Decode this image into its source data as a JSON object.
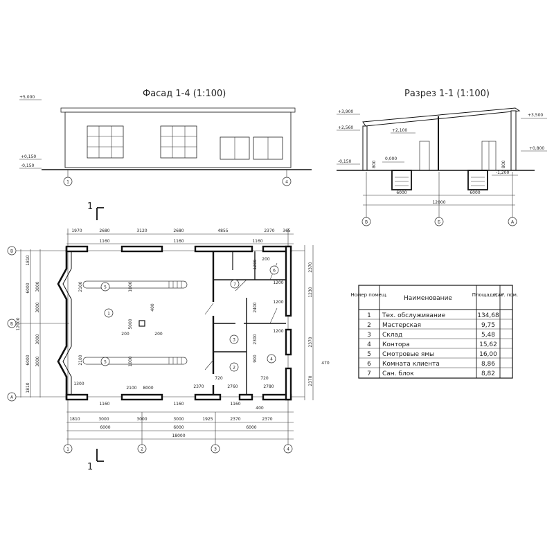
{
  "facade": {
    "title": "Фасад 1-4 (1:100)",
    "elev_top": "+5,000",
    "elev_floor": "+0,150",
    "elev_ground": "-0,150",
    "axis_left": "1",
    "axis_right": "4"
  },
  "section": {
    "title": "Разрез 1-1 (1:100)",
    "elev_left_top": "+3,900",
    "elev_left_2": "+2,560",
    "elev_right_top": "+3,500",
    "elev_mid": "+2,100",
    "elev_right_mid": "+0,800",
    "elev_left_low": "-0,150",
    "elev_zero": "0,000",
    "elev_pit": "-1,200",
    "dim_800_left": "800",
    "dim_800_right": "800",
    "dim_half_left": "6000",
    "dim_half_right": "6000",
    "dim_total": "12000",
    "axes": [
      "В",
      "Б",
      "А"
    ]
  },
  "plan": {
    "cut_mark": "1",
    "axes_x": [
      "1",
      "2",
      "3",
      "4"
    ],
    "axes_y": [
      "В",
      "Б",
      "А"
    ],
    "top_dims": [
      "1970",
      "2680",
      "3120",
      "2680",
      "4855",
      "2370",
      "365"
    ],
    "top_openings": [
      "1160",
      "1160",
      "1160"
    ],
    "bottom_openings": [
      "1160",
      "1160",
      "1160"
    ],
    "bottom_dims_1": [
      "1810",
      "3000",
      "3000",
      "3000",
      "1925",
      "2370",
      "2370"
    ],
    "bottom_dims_2": [
      "6000",
      "6000",
      "6000"
    ],
    "bottom_total": "18000",
    "left_dims": [
      "1810",
      "3000",
      "3000",
      "3000",
      "3000",
      "1810"
    ],
    "left_dims_2": [
      "6000",
      "6000"
    ],
    "left_total": "12000",
    "right_dims": [
      "2370",
      "1230",
      "2370",
      "2370"
    ],
    "room_labels": [
      "1",
      "2",
      "3",
      "4",
      "5",
      "5",
      "6",
      "7"
    ],
    "inner_dims": [
      "1000",
      "1000",
      "5000",
      "400",
      "200",
      "200",
      "2100",
      "8000",
      "1300",
      "2100",
      "2100",
      "2370",
      "1200",
      "2400",
      "2300",
      "1200",
      "900",
      "1200",
      "1200",
      "720",
      "720",
      "2760",
      "2780",
      "400",
      "200",
      "470"
    ]
  },
  "table": {
    "headers": [
      "Номер помещ.",
      "Наименование",
      "Площадь, м²",
      "Кат. пом."
    ],
    "rows": [
      {
        "num": "1",
        "name": "Тех. обслуживание",
        "area": "134,68",
        "cat": ""
      },
      {
        "num": "2",
        "name": "Мастерская",
        "area": "9,75",
        "cat": ""
      },
      {
        "num": "3",
        "name": "Склад",
        "area": "5,48",
        "cat": ""
      },
      {
        "num": "4",
        "name": "Контора",
        "area": "15,62",
        "cat": ""
      },
      {
        "num": "5",
        "name": "Смотровые ямы",
        "area": "16,00",
        "cat": ""
      },
      {
        "num": "6",
        "name": "Комната клиента",
        "area": "8,86",
        "cat": ""
      },
      {
        "num": "7",
        "name": "Сан. блок",
        "area": "8,82",
        "cat": ""
      }
    ]
  }
}
